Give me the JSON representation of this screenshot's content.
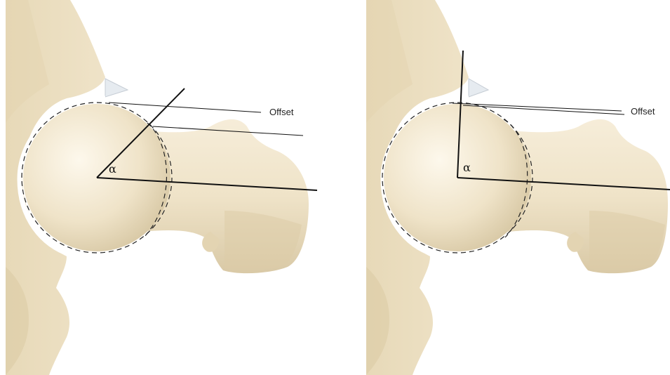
{
  "colors": {
    "bone_fill": "#efe3c8",
    "bone_shade": "#d9c9a6",
    "bone_highlight": "#fbf5e8",
    "cartilage": "#dfe4ea",
    "line": "#111111",
    "background": "#ffffff"
  },
  "panels": [
    {
      "offset_label": "Offset",
      "angle_label": "α",
      "description": "left"
    },
    {
      "offset_label": "Offset",
      "angle_label": "α",
      "description": "right"
    }
  ]
}
